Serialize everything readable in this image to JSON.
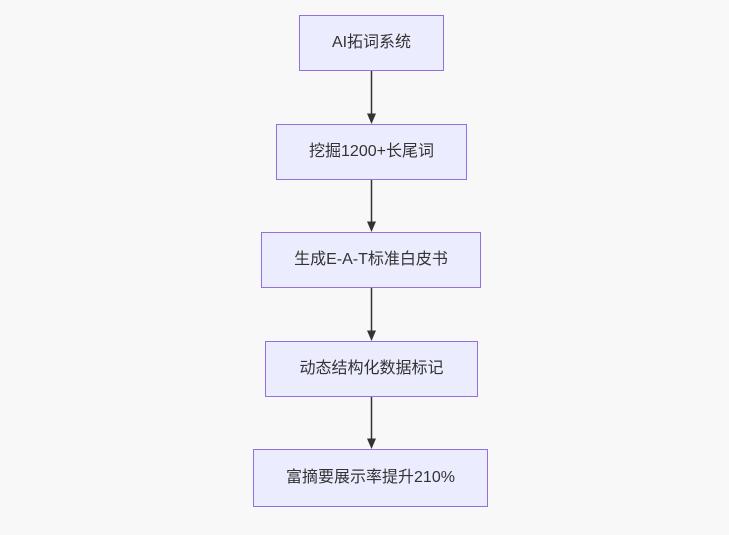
{
  "diagram": {
    "type": "flowchart",
    "direction": "top-down",
    "nodes": [
      {
        "id": "n1",
        "label": "AI拓词系统"
      },
      {
        "id": "n2",
        "label": "挖掘1200+长尾词"
      },
      {
        "id": "n3",
        "label": "生成E-A-T标准白皮书"
      },
      {
        "id": "n4",
        "label": "动态结构化数据标记"
      },
      {
        "id": "n5",
        "label": "富摘要展示率提升210%"
      }
    ],
    "edges": [
      {
        "from": "n1",
        "to": "n2"
      },
      {
        "from": "n2",
        "to": "n3"
      },
      {
        "from": "n3",
        "to": "n4"
      },
      {
        "from": "n4",
        "to": "n5"
      }
    ],
    "colors": {
      "node_fill": "#ECECFF",
      "node_border": "#9370DB",
      "node_text": "#333333",
      "arrow": "#333333",
      "background": "#f8f8f8"
    }
  }
}
